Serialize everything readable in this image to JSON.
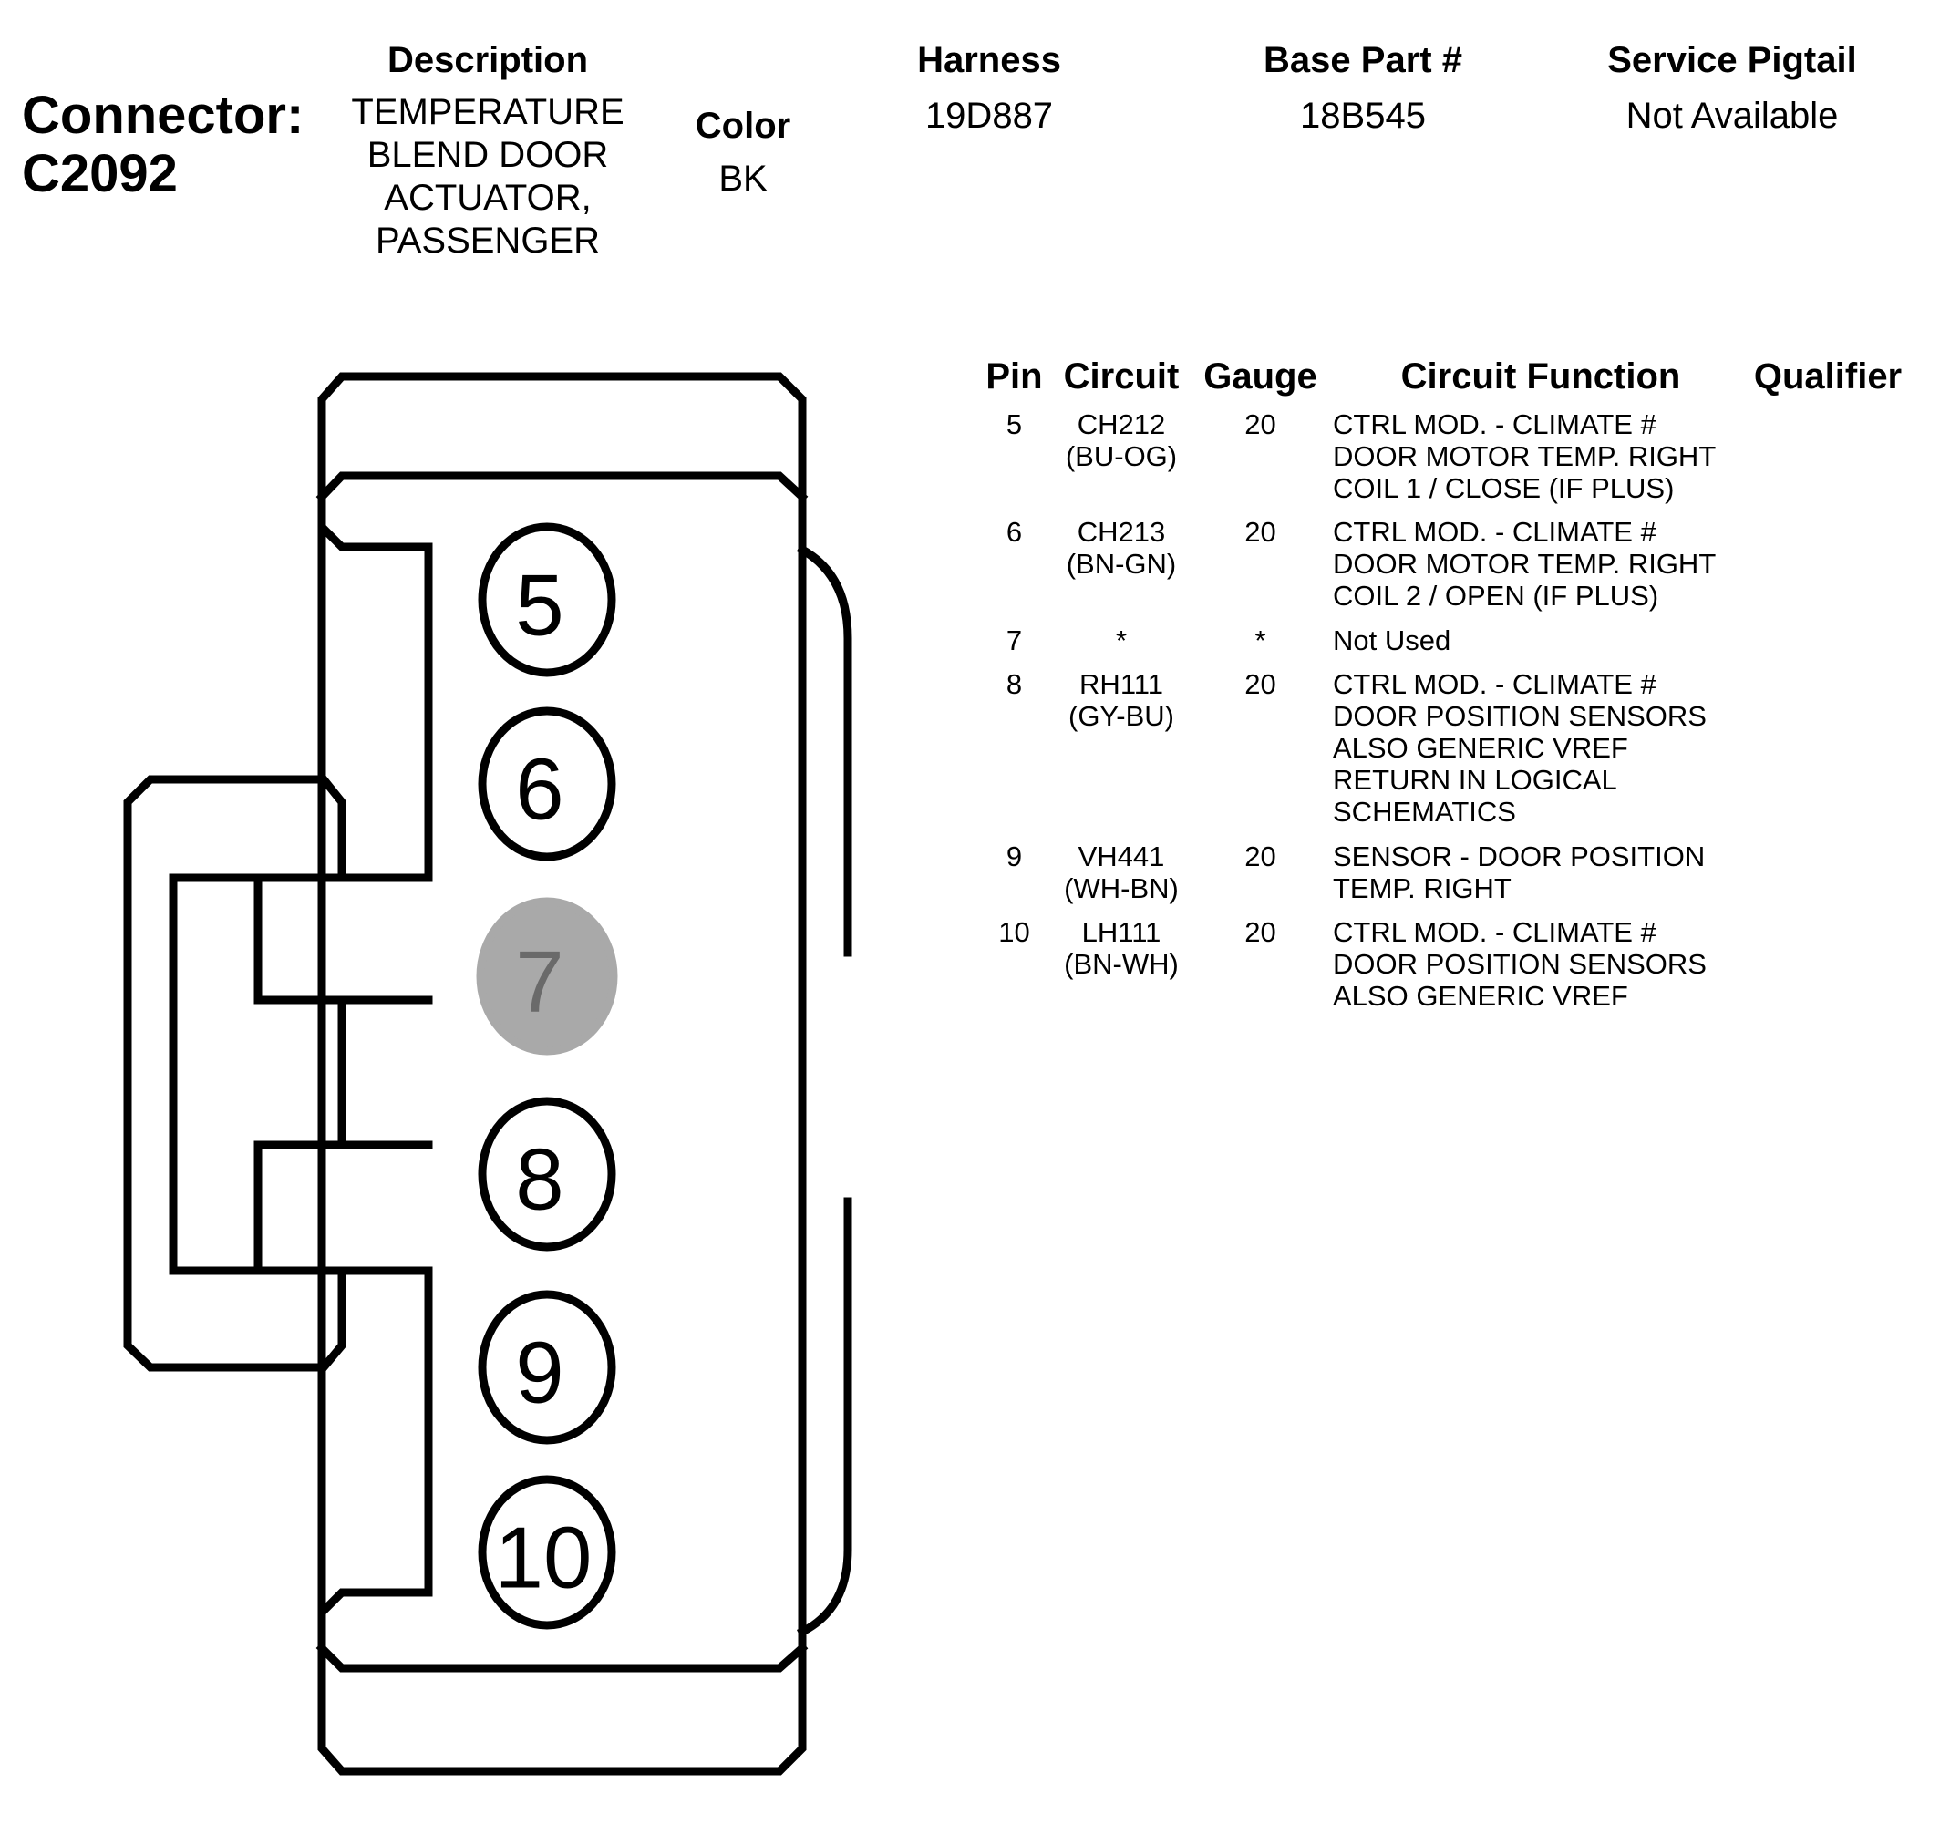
{
  "header": {
    "connector_label": "Connector:",
    "connector_id": "C2092",
    "description_label": "Description",
    "description_lines": [
      "TEMPERATURE",
      "BLEND DOOR",
      "ACTUATOR,",
      "PASSENGER"
    ],
    "color_label": "Color",
    "color_value": "BK",
    "harness_label": "Harness",
    "harness_value": "19D887",
    "base_part_label": "Base Part #",
    "base_part_value": "18B545",
    "service_pigtail_label": "Service Pigtail",
    "service_pigtail_value": "Not Available"
  },
  "connector": {
    "pins": [
      {
        "label": "5",
        "used": true
      },
      {
        "label": "6",
        "used": true
      },
      {
        "label": "7",
        "used": false
      },
      {
        "label": "8",
        "used": true
      },
      {
        "label": "9",
        "used": true
      },
      {
        "label": "10",
        "used": true
      }
    ],
    "unused_pin_color": "#a9a9a9"
  },
  "table": {
    "headers": {
      "pin": "Pin",
      "circuit": "Circuit",
      "gauge": "Gauge",
      "function": "Circuit Function",
      "qualifier": "Qualifier"
    },
    "rows": [
      {
        "pin": "5",
        "circuit": "CH212\n(BU-OG)",
        "gauge": "20",
        "function": "CTRL MOD. - CLIMATE #\nDOOR MOTOR TEMP. RIGHT\nCOIL 1 / CLOSE (IF PLUS)",
        "qualifier": ""
      },
      {
        "pin": "6",
        "circuit": "CH213\n(BN-GN)",
        "gauge": "20",
        "function": "CTRL MOD. - CLIMATE #\nDOOR MOTOR TEMP. RIGHT\nCOIL 2 / OPEN (IF PLUS)",
        "qualifier": ""
      },
      {
        "pin": "7",
        "circuit": "*",
        "gauge": "*",
        "function": "Not Used",
        "qualifier": ""
      },
      {
        "pin": "8",
        "circuit": "RH111\n(GY-BU)",
        "gauge": "20",
        "function": "CTRL MOD. - CLIMATE #\nDOOR POSITION SENSORS\nALSO GENERIC VREF\nRETURN IN LOGICAL\nSCHEMATICS",
        "qualifier": ""
      },
      {
        "pin": "9",
        "circuit": "VH441\n(WH-BN)",
        "gauge": "20",
        "function": "SENSOR - DOOR POSITION\nTEMP. RIGHT",
        "qualifier": ""
      },
      {
        "pin": "10",
        "circuit": "LH111\n(BN-WH)",
        "gauge": "20",
        "function": "CTRL MOD. - CLIMATE #\nDOOR POSITION SENSORS\nALSO GENERIC VREF",
        "qualifier": ""
      }
    ]
  }
}
